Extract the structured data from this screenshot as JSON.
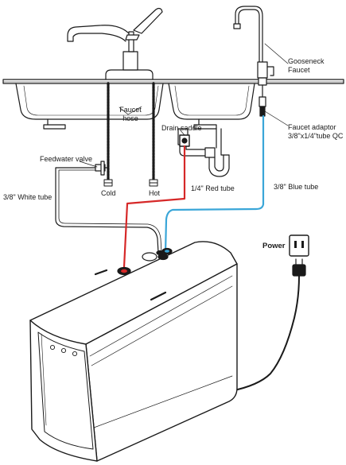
{
  "labels": {
    "gooseneck_faucet": [
      "Gooseneck",
      "Faucet"
    ],
    "faucet_hose": [
      "Faucet",
      "hose"
    ],
    "drain_saddle": "Drain saddle",
    "faucet_adaptor": [
      "Faucet adaptor",
      "3/8\"x1/4\"tube QC"
    ],
    "feedwater_valve": "Feedwater valve",
    "cold": "Cold",
    "hot": "Hot",
    "red_tube": "1/4\" Red  tube",
    "white_tube": "3/8\" White tube",
    "blue_tube": "3/8\" Blue  tube",
    "power": "Power"
  },
  "colors": {
    "line": "#1a1a1a",
    "red_tube": "#d62828",
    "blue_tube": "#3aa6d8",
    "unit_fill": "#ffffff"
  },
  "icons": [
    "sink-basin",
    "kitchen-faucet",
    "gooseneck-faucet",
    "braided-hose",
    "drain-pipe",
    "valve",
    "power-outlet",
    "power-plug",
    "filter-unit"
  ]
}
